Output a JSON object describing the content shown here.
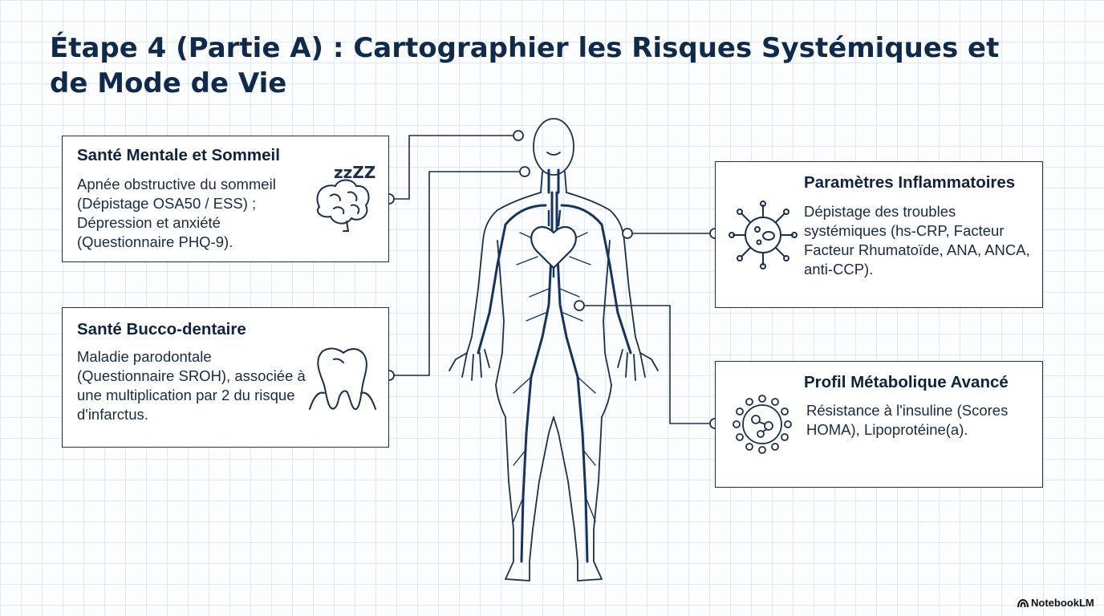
{
  "title": "Étape 4 (Partie A) : Cartographier les Risques Systémiques et de Mode de Vie",
  "cards": {
    "mental": {
      "heading": "Santé Mentale et Sommeil",
      "body": "Apnée obstructive du sommeil (Dépistage OSA50 / ESS) ; Dépression et anxiété (Questionnaire PHQ-9).",
      "icon": "brain-sleep-icon",
      "zzz": "zzZZ"
    },
    "dental": {
      "heading": "Santé Bucco-dentaire",
      "body": "Maladie parodontale (Questionnaire SROH), associée à une multiplication par 2 du risque d'infarctus.",
      "icon": "tooth-icon"
    },
    "inflam": {
      "heading": "Paramètres Inflammatoires",
      "body": "Dépistage des troubles systémiques (hs-CRP, Facteur Facteur Rhumatoïde, ANA, ANCA, anti-CCP).",
      "icon": "virus-icon"
    },
    "meta": {
      "heading": "Profil Métabolique Avancé",
      "body": "Résistance à l'insuline (Scores HOMA), Lipoprotéine(a).",
      "icon": "molecule-cell-icon"
    }
  },
  "brand": "NotebookLM",
  "colors": {
    "ink": "#1b2f4e",
    "vessel": "#16335e",
    "title": "#102a4c"
  }
}
